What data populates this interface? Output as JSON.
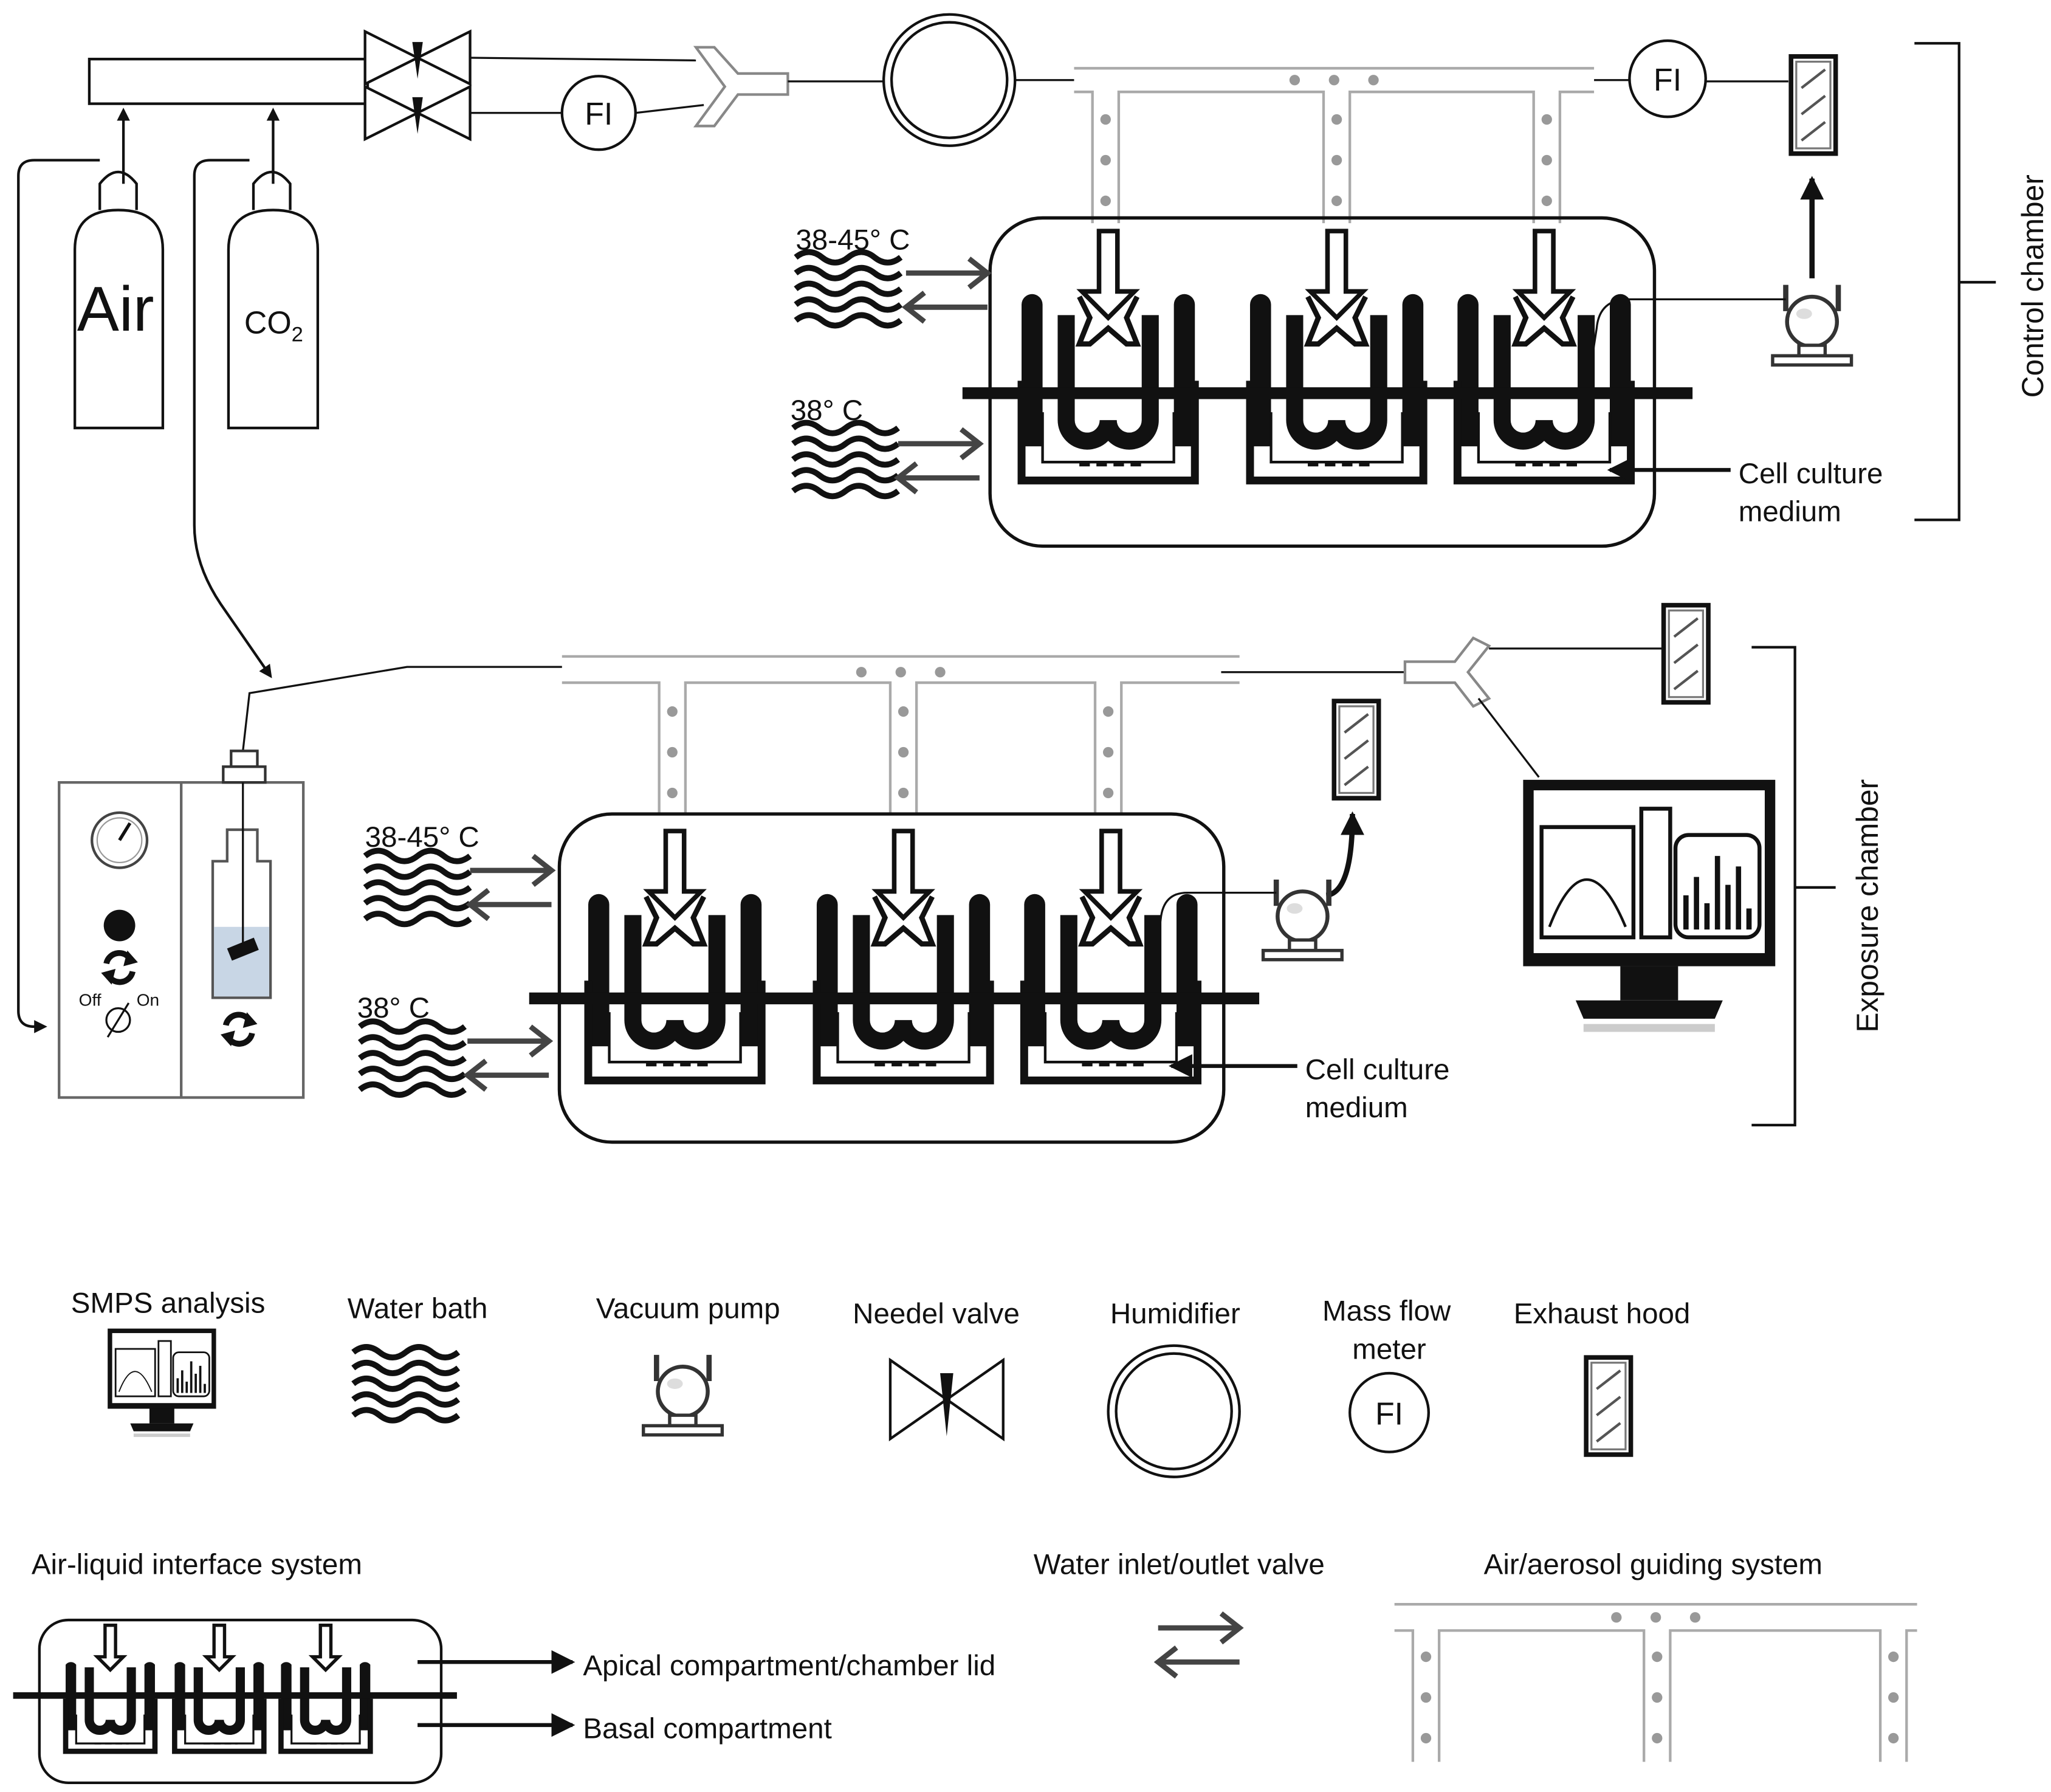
{
  "gas_supply": {
    "air_label": "Air",
    "co2_label": "CO",
    "co2_subscript": "2",
    "flow_meter_label": "FI"
  },
  "control_chamber": {
    "label": "Control chamber",
    "flow_meter_label": "FI",
    "temp_upper": "38-45° C",
    "temp_lower": "38° C",
    "medium_line1": "Cell culture",
    "medium_line2": "medium"
  },
  "exposure_chamber": {
    "label": "Exposure chamber",
    "temp_upper": "38-45° C",
    "temp_lower": "38° C",
    "medium_line1": "Cell culture",
    "medium_line2": "medium"
  },
  "aerosol_generator": {
    "switch_off": "Off",
    "switch_on": "On"
  },
  "legend": {
    "smps": "SMPS analysis",
    "water_bath": "Water bath",
    "vacuum_pump": "Vacuum pump",
    "needle_valve": "Needel valve",
    "humidifier": "Humidifier",
    "mass_flow_line1": "Mass flow",
    "mass_flow_line2": "meter",
    "mass_flow_symbol": "FI",
    "exhaust_hood": "Exhaust hood",
    "ali_system": "Air-liquid interface system",
    "water_valve": "Water inlet/outlet valve",
    "guiding_system": "Air/aerosol guiding system",
    "apical": "Apical compartment/chamber lid",
    "basal": "Basal compartment"
  }
}
